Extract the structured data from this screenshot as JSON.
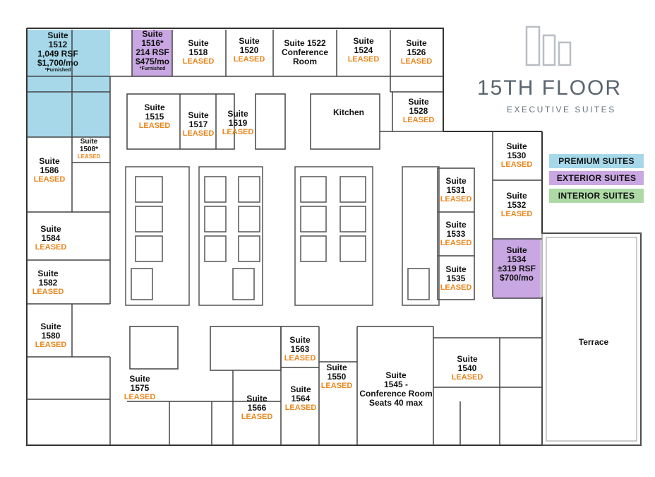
{
  "header": {
    "floor_title": "15TH FLOOR",
    "subtitle": "EXECUTIVE SUITES"
  },
  "legend": [
    {
      "label": "PREMIUM  SUITES",
      "color": "#a6d8ea"
    },
    {
      "label": "EXTERIOR SUITES",
      "color": "#c9a7e2"
    },
    {
      "label": "INTERIOR SUITES",
      "color": "#acd9a4"
    }
  ],
  "colors": {
    "premium": "#a6d8ea",
    "exterior": "#c9a7e2",
    "wall": "#333333",
    "leased": "#e8861c"
  },
  "suites": {
    "s1512": {
      "label": "Suite",
      "number": "1512",
      "area": "1,049 RSF",
      "price": "$1,700/mo",
      "note": "*Furnished"
    },
    "s1516": {
      "label": "Suite",
      "number": "1516*",
      "area": "214 RSF",
      "price": "$475/mo",
      "note": "*Furnished"
    },
    "s1518": {
      "label": "Suite",
      "number": "1518",
      "status": "LEASED"
    },
    "s1520": {
      "label": "Suite",
      "number": "1520",
      "status": "LEASED"
    },
    "s1522": {
      "label": "Suite 1522",
      "line2": "Conference",
      "line3": "Room"
    },
    "s1524": {
      "label": "Suite",
      "number": "1524",
      "status": "LEASED"
    },
    "s1526": {
      "label": "Suite",
      "number": "1526",
      "status": "LEASED"
    },
    "s1528": {
      "label": "Suite",
      "number": "1528",
      "status": "LEASED"
    },
    "s1515": {
      "label": "Suite",
      "number": "1515",
      "status": "LEASED"
    },
    "s1517": {
      "label": "Suite",
      "number": "1517",
      "status": "LEASED"
    },
    "s1519": {
      "label": "Suite",
      "number": "1519",
      "status": "LEASED"
    },
    "kitchen": {
      "label": "Kitchen"
    },
    "s1508": {
      "label": "Suite",
      "number": "1508*",
      "status": "LEASED"
    },
    "s1586": {
      "label": "Suite",
      "number": "1586",
      "status": "LEASED"
    },
    "s1584": {
      "label": "Suite",
      "number": "1584",
      "status": "LEASED"
    },
    "s1582": {
      "label": "Suite",
      "number": "1582",
      "status": "LEASED"
    },
    "s1580": {
      "label": "Suite",
      "number": "1580",
      "status": "LEASED"
    },
    "s1530": {
      "label": "Suite",
      "number": "1530",
      "status": "LEASED"
    },
    "s1532": {
      "label": "Suite",
      "number": "1532",
      "status": "LEASED"
    },
    "s1531": {
      "label": "Suite",
      "number": "1531",
      "status": "LEASED"
    },
    "s1533": {
      "label": "Suite",
      "number": "1533",
      "status": "LEASED"
    },
    "s1535": {
      "label": "Suite",
      "number": "1535",
      "status": "LEASED"
    },
    "s1534": {
      "label": "Suite",
      "number": "1534",
      "area": "±319 RSF",
      "price": "$700/mo"
    },
    "terrace": {
      "label": "Terrace"
    },
    "s1563": {
      "label": "Suite",
      "number": "1563",
      "status": "LEASED"
    },
    "s1550": {
      "label": "Suite",
      "number": "1550",
      "status": "LEASED"
    },
    "s1545": {
      "label": "Suite",
      "number": "1545 -",
      "line3": "Conference Room",
      "line4": "Seats 40 max"
    },
    "s1540": {
      "label": "Suite",
      "number": "1540",
      "status": "LEASED"
    },
    "s1575": {
      "label": "Suite",
      "number": "1575",
      "status": "LEASED"
    },
    "s1566": {
      "label": "Suite",
      "number": "1566",
      "status": "LEASED"
    },
    "s1564": {
      "label": "Suite",
      "number": "1564",
      "status": "LEASED"
    }
  }
}
